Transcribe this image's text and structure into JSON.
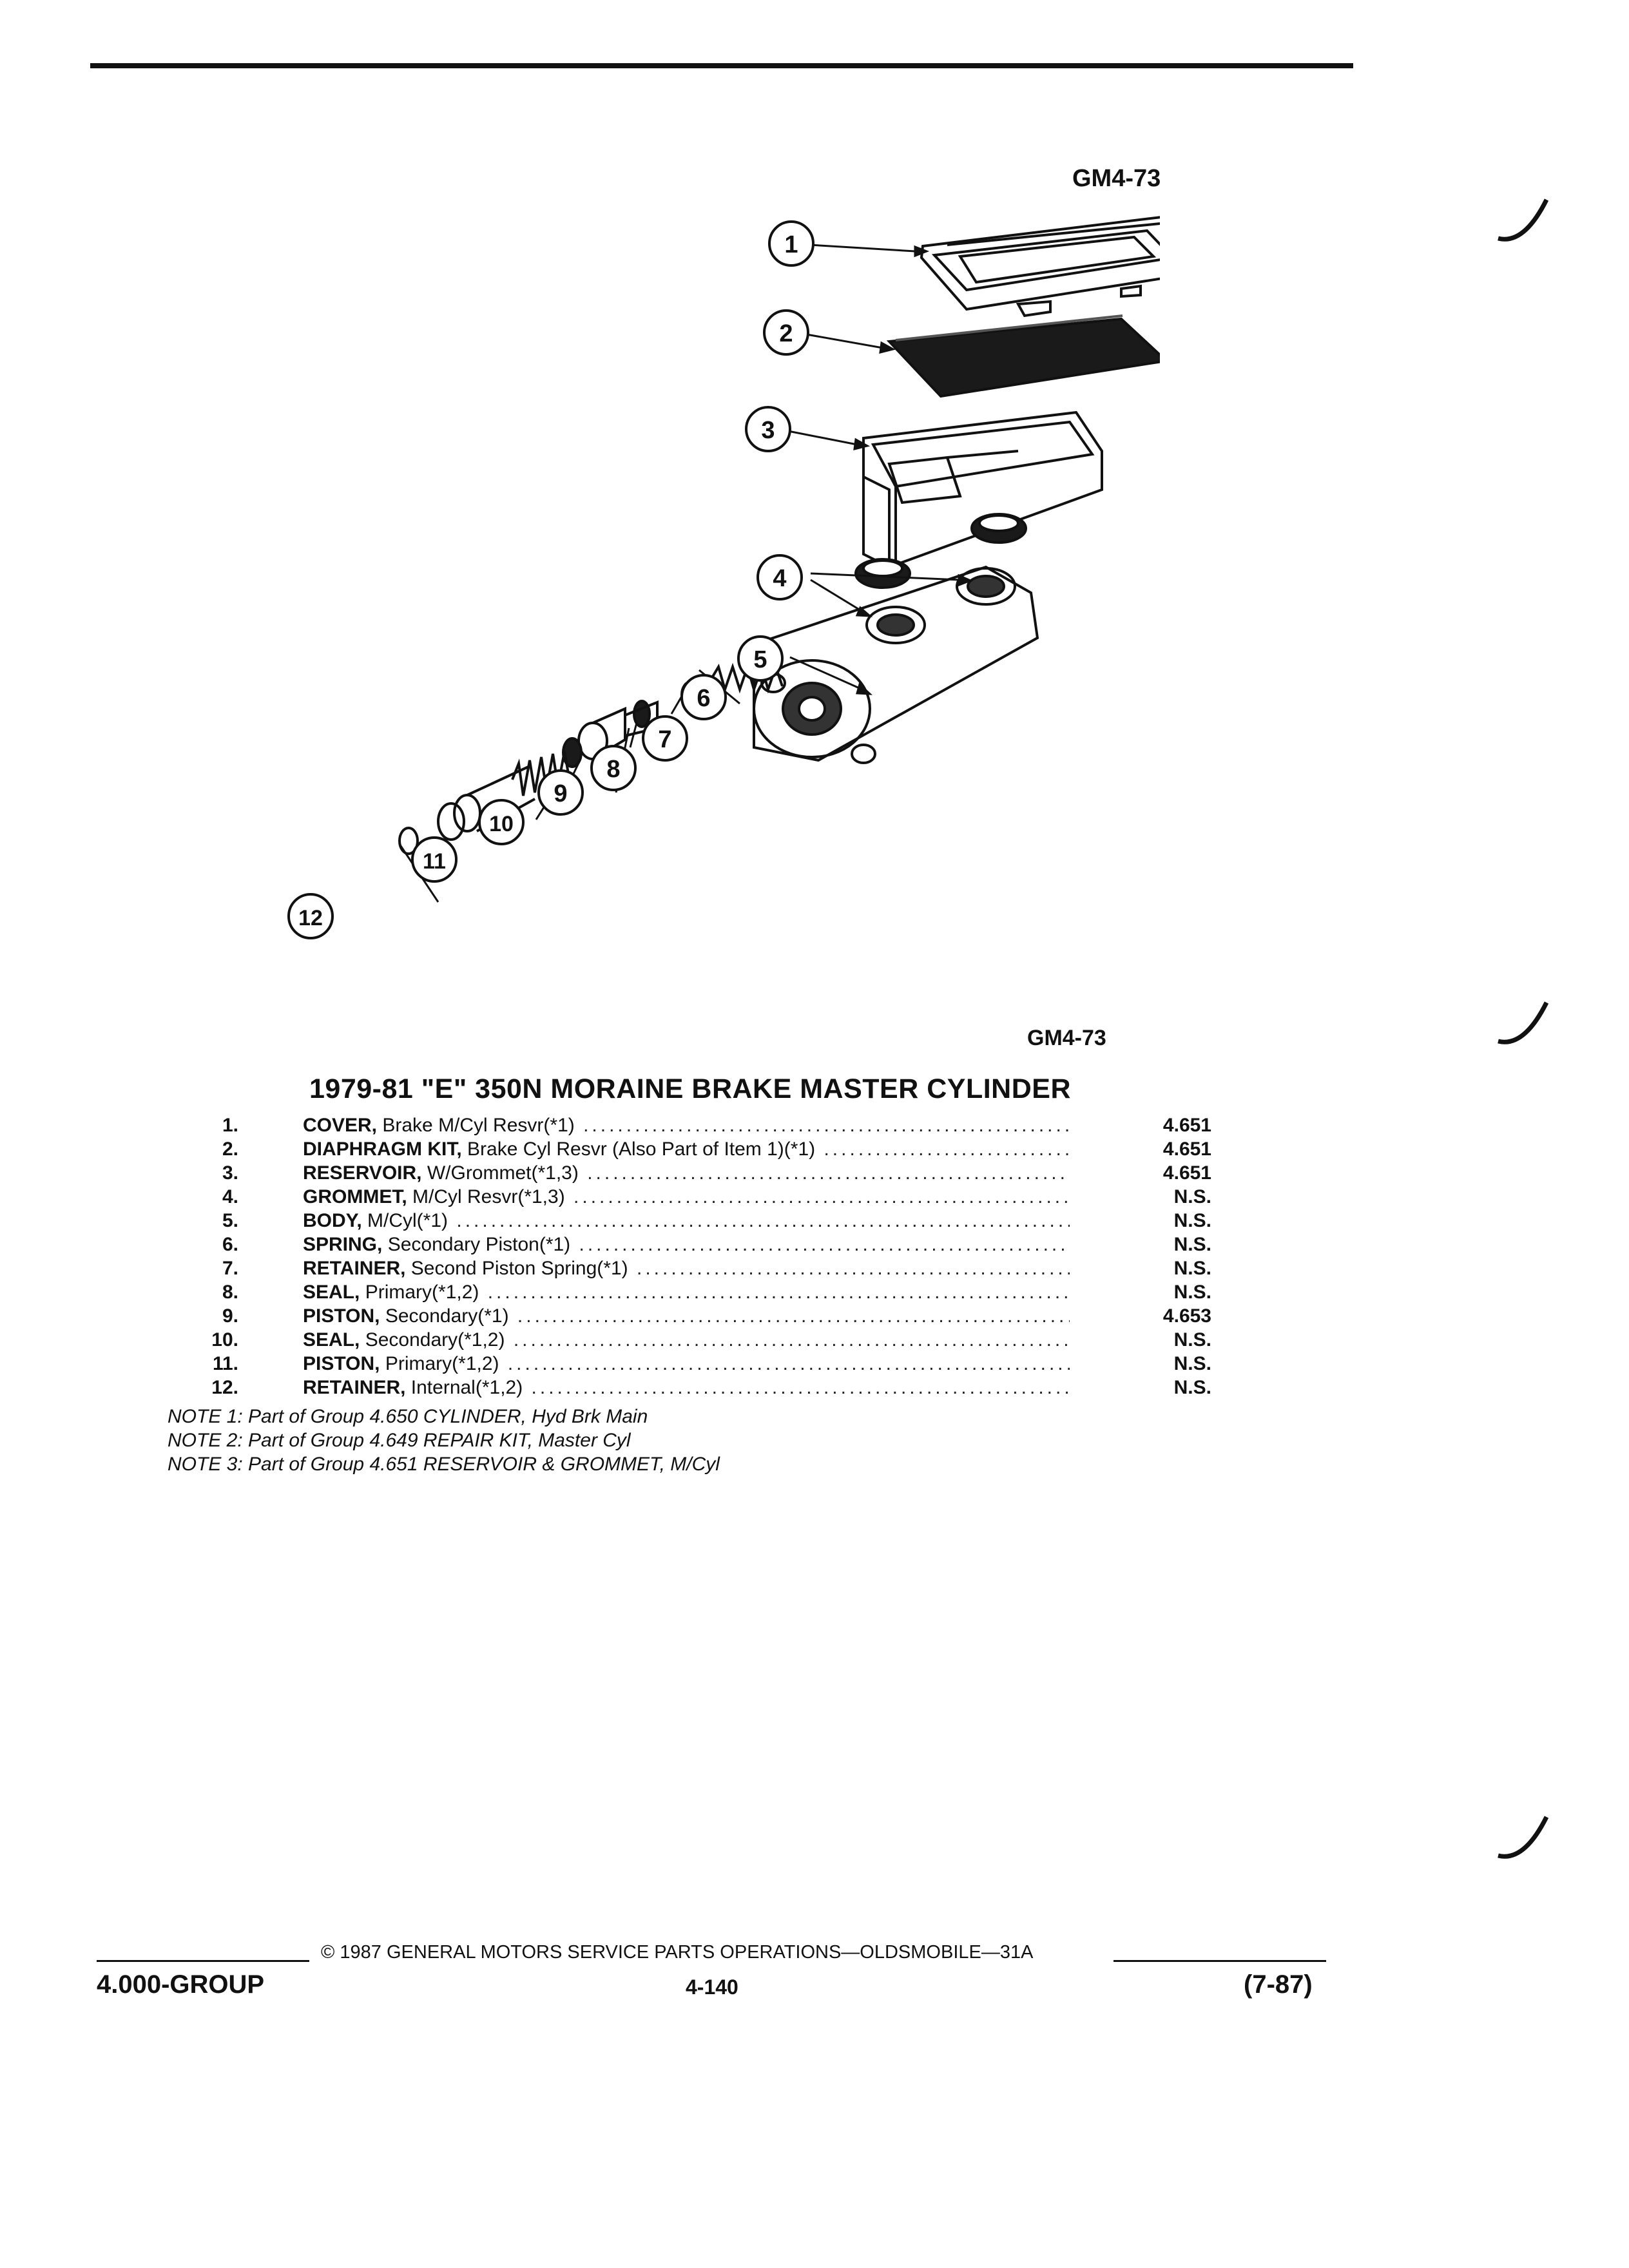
{
  "figure": {
    "code_top": "GM4-73",
    "code_bottom": "GM4-73"
  },
  "callouts": [
    "1",
    "2",
    "3",
    "4",
    "5",
    "6",
    "7",
    "8",
    "9",
    "10",
    "11",
    "12"
  ],
  "title": "1979-81 \"E\" 350N MORAINE BRAKE MASTER CYLINDER",
  "parts": [
    {
      "num": "1.",
      "name": "COVER,",
      "desc": " Brake M/Cyl Resvr(*1)",
      "group": "4.651"
    },
    {
      "num": "2.",
      "name": "DIAPHRAGM KIT,",
      "desc": " Brake Cyl Resvr (Also Part of Item 1)(*1)",
      "group": "4.651"
    },
    {
      "num": "3.",
      "name": "RESERVOIR,",
      "desc": " W/Grommet(*1,3)",
      "group": "4.651"
    },
    {
      "num": "4.",
      "name": "GROMMET,",
      "desc": " M/Cyl Resvr(*1,3)",
      "group": "N.S."
    },
    {
      "num": "5.",
      "name": "BODY,",
      "desc": " M/Cyl(*1)",
      "group": "N.S."
    },
    {
      "num": "6.",
      "name": "SPRING,",
      "desc": " Secondary Piston(*1)",
      "group": "N.S."
    },
    {
      "num": "7.",
      "name": "RETAINER,",
      "desc": " Second Piston Spring(*1)",
      "group": "N.S."
    },
    {
      "num": "8.",
      "name": "SEAL,",
      "desc": " Primary(*1,2)",
      "group": "N.S."
    },
    {
      "num": "9.",
      "name": "PISTON,",
      "desc": " Secondary(*1)",
      "group": "4.653"
    },
    {
      "num": "10.",
      "name": "SEAL,",
      "desc": " Secondary(*1,2)",
      "group": "N.S."
    },
    {
      "num": "11.",
      "name": "PISTON,",
      "desc": " Primary(*1,2)",
      "group": "N.S."
    },
    {
      "num": "12.",
      "name": "RETAINER,",
      "desc": " Internal(*1,2)",
      "group": "N.S."
    }
  ],
  "notes": [
    "NOTE 1: Part of Group 4.650 CYLINDER, Hyd Brk Main",
    "NOTE 2: Part of Group 4.649 REPAIR KIT, Master Cyl",
    "NOTE 3: Part of Group 4.651 RESERVOIR & GROMMET, M/Cyl"
  ],
  "footer": {
    "copyright": "© 1987 GENERAL MOTORS SERVICE PARTS OPERATIONS—OLDSMOBILE—31A",
    "group": "4.000-GROUP",
    "page": "4-140",
    "date": "(7-87)"
  }
}
